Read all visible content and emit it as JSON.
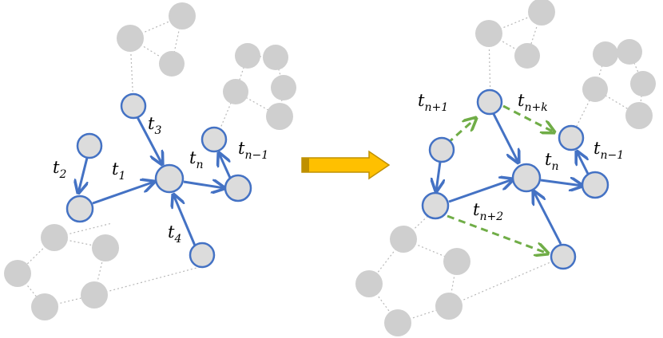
{
  "left_graph": {
    "labels": {
      "t2": {
        "base": "t",
        "sub": "2"
      },
      "t1": {
        "base": "t",
        "sub": "1"
      },
      "t3": {
        "base": "t",
        "sub": "3"
      },
      "t4": {
        "base": "t",
        "sub": "4"
      },
      "tn": {
        "base": "t",
        "sub": "n"
      },
      "tn_minus_1": {
        "base": "t",
        "sub": "n−1"
      }
    }
  },
  "right_graph": {
    "labels": {
      "tn_plus_1": {
        "base": "t",
        "sub": "n+1"
      },
      "tn_plus_k": {
        "base": "t",
        "sub": "n+k"
      },
      "tn_plus_2": {
        "base": "t",
        "sub": "n+2"
      },
      "tn": {
        "base": "t",
        "sub": "n"
      },
      "tn_minus_1": {
        "base": "t",
        "sub": "n−1"
      }
    }
  },
  "colors": {
    "active_node_fill": "#dcdcdc",
    "active_edge": "#4472c4",
    "inactive_node_fill": "#cfcfcf",
    "inactive_edge": "#b0b0b0",
    "predicted_edge": "#70ad47",
    "transition_arrow": "#ffc000",
    "transition_arrow_border": "#bf9000"
  }
}
